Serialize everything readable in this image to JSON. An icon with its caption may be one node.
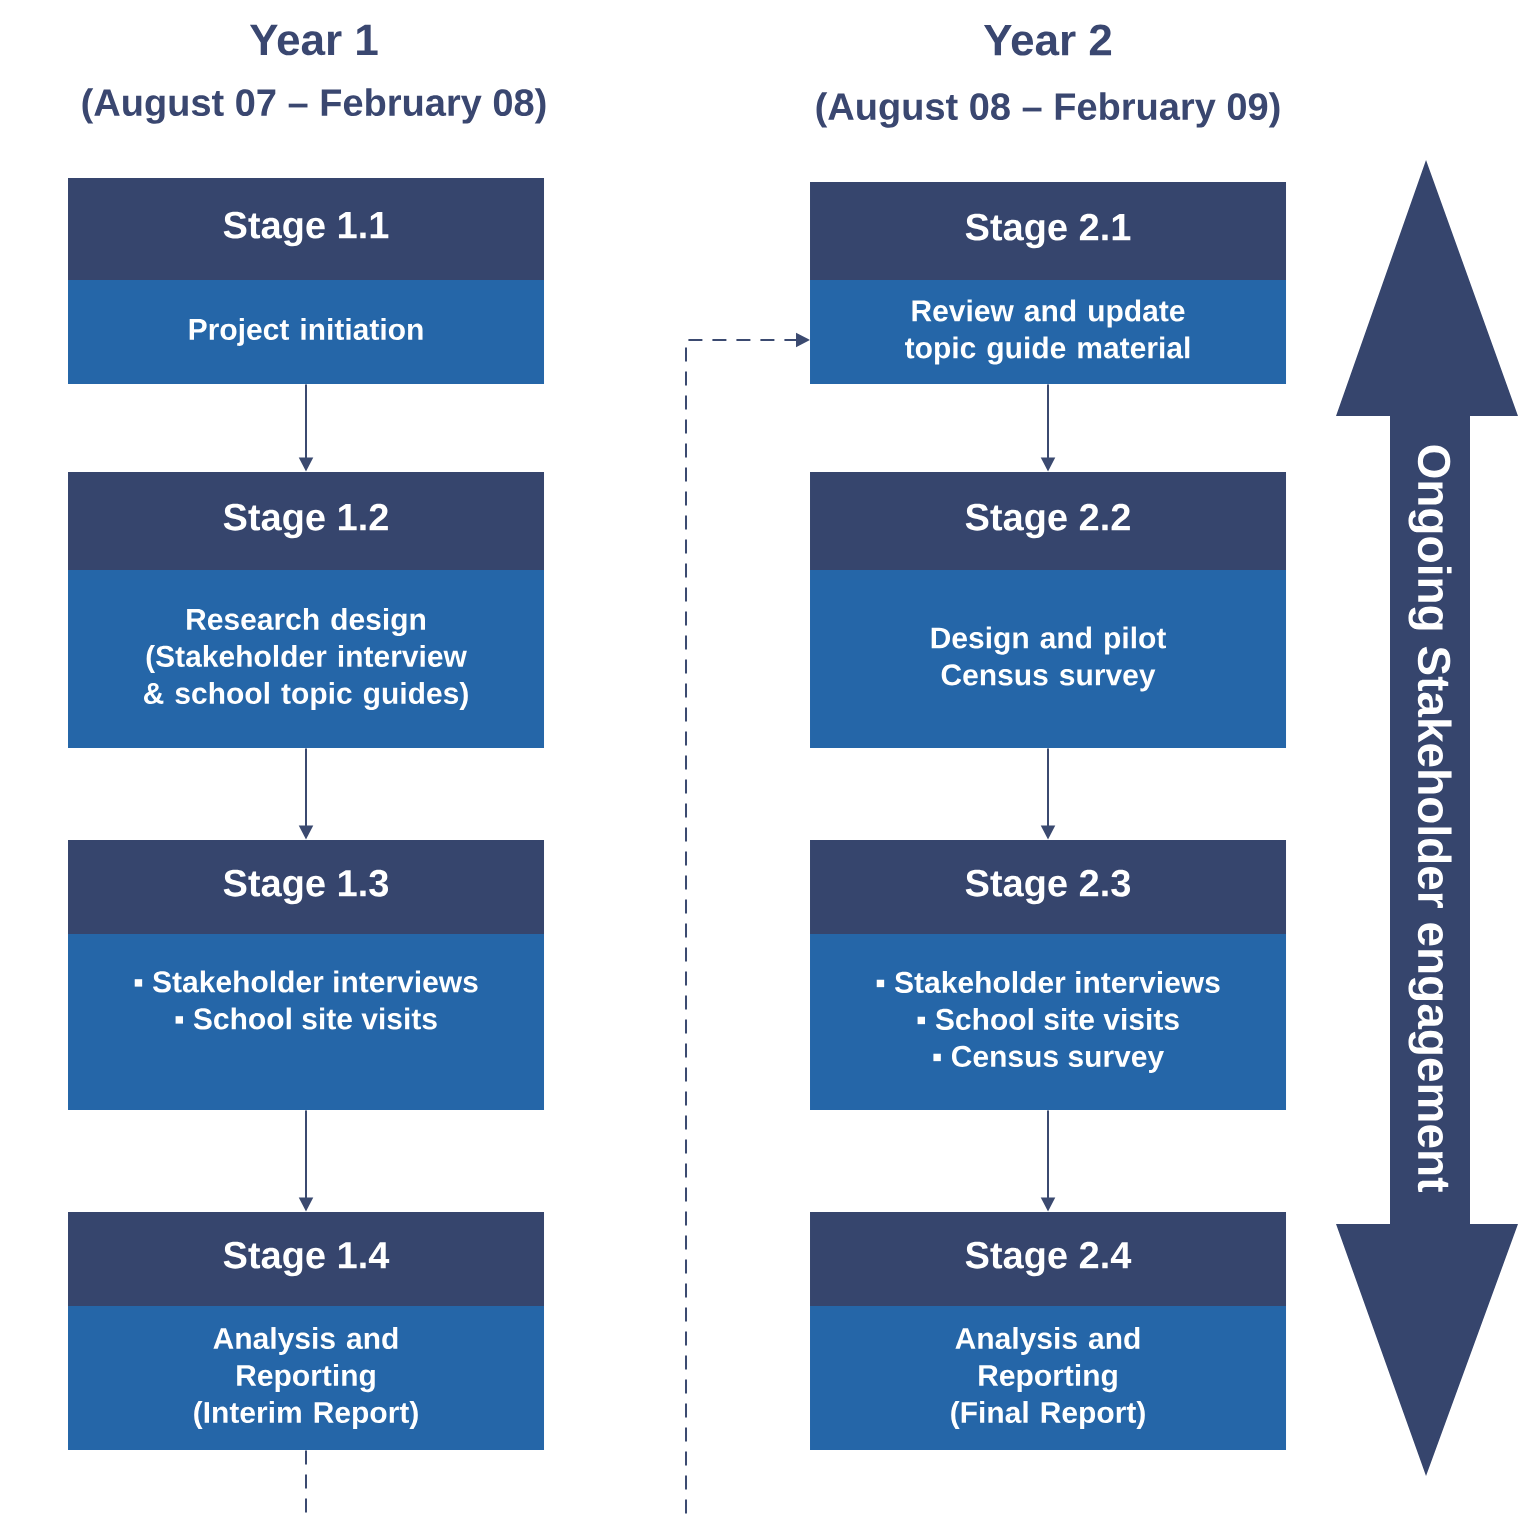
{
  "diagram": {
    "nodes": [
      {
        "text": [
          "Stage 1.1",
          "Project initiation"
        ]
      },
      {
        "text": [
          "Stage 1.2",
          "Research design (Stakeholder interview & school topic guides)"
        ]
      },
      {
        "text": [
          "Stage 1.3",
          "▪ Stakeholder interviews",
          "▪ School site visits"
        ]
      },
      {
        "text": [
          "Stage 1.4",
          "Analysis and Reporting (Interim Report)"
        ]
      },
      {
        "text": [
          "Stage 2.1",
          "Review and update topic guide material"
        ]
      },
      {
        "text": [
          "Stage 2.2",
          "Design and pilot Census survey"
        ]
      },
      {
        "text": [
          "Stage 2.3",
          "▪ Stakeholder interviews",
          "▪ School site visits",
          "▪ Census survey"
        ]
      },
      {
        "text": [
          "Stage 2.4",
          "Analysis and Reporting (Final Report)"
        ]
      },
      {
        "text": [
          "Ongoing Stakeholder engagement"
        ]
      }
    ],
    "edges": [
      {
        "from": 0,
        "to": 1,
        "arrow": "to"
      },
      {
        "from": 1,
        "to": 2,
        "arrow": "to"
      },
      {
        "from": 2,
        "to": 3,
        "arrow": "to"
      },
      {
        "from": 3,
        "to": 4,
        "arrow": "to",
        "style": "dashed"
      },
      {
        "from": 4,
        "to": 5,
        "arrow": "to"
      },
      {
        "from": 5,
        "to": 6,
        "arrow": "to"
      },
      {
        "from": 6,
        "to": 7,
        "arrow": "to"
      }
    ],
    "labels": [
      "Year 1",
      "(August 07 – February 08)",
      "Year 2",
      "(August 08 – February 09)"
    ]
  }
}
